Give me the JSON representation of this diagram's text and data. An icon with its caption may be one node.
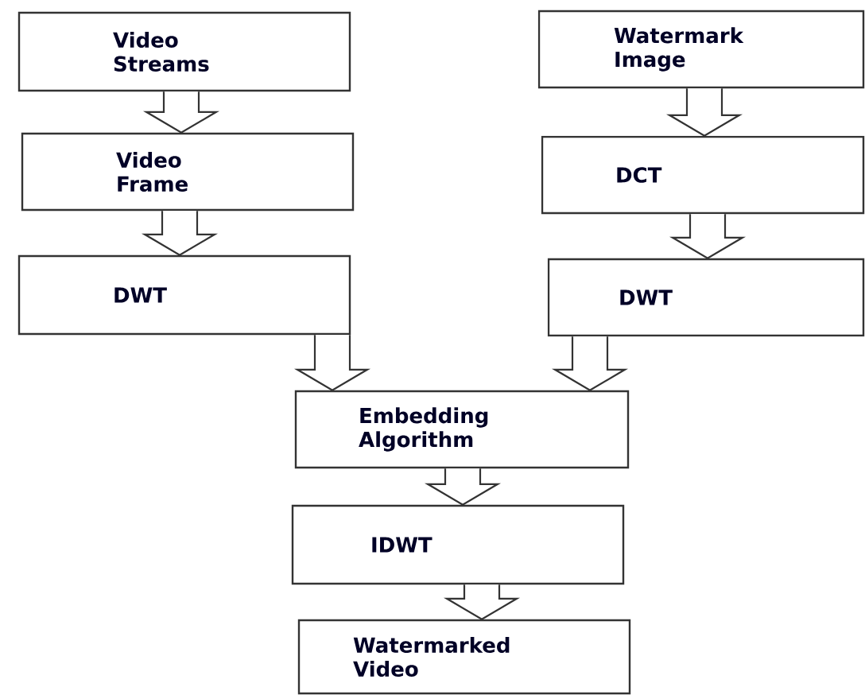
{
  "diagram": {
    "nodes": [
      {
        "text": [
          "Video Streams"
        ]
      },
      {
        "text": [
          "Watermark Image"
        ]
      },
      {
        "text": [
          "Video Frame"
        ]
      },
      {
        "text": [
          "DCT"
        ]
      },
      {
        "text": [
          "DWT"
        ]
      },
      {
        "text": [
          "DWT"
        ]
      },
      {
        "text": [
          "Embedding Algorithm"
        ]
      },
      {
        "text": [
          "IDWT"
        ]
      },
      {
        "text": [
          "Watermarked Video"
        ]
      }
    ],
    "edges": [
      {
        "from": 0,
        "to": 2,
        "arrow": "to"
      },
      {
        "from": 1,
        "to": 3,
        "arrow": "to"
      },
      {
        "from": 2,
        "to": 4,
        "arrow": "to"
      },
      {
        "from": 3,
        "to": 5,
        "arrow": "to"
      },
      {
        "from": 4,
        "to": 6,
        "arrow": "to"
      },
      {
        "from": 5,
        "to": 6,
        "arrow": "to"
      },
      {
        "from": 6,
        "to": 7,
        "arrow": "to"
      },
      {
        "from": 7,
        "to": 8,
        "arrow": "to"
      }
    ]
  }
}
